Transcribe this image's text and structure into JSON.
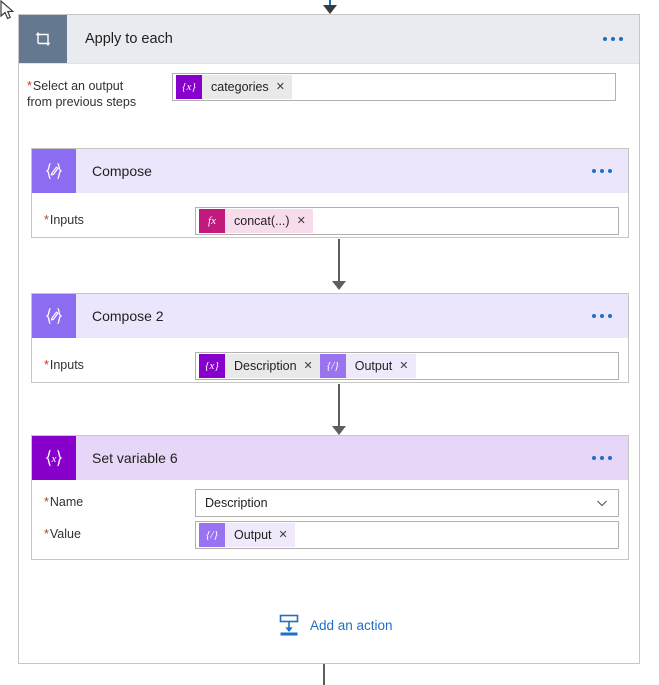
{
  "scope": {
    "title": "Apply to each",
    "icon": "loop-icon",
    "menu_icon": "ellipsis-icon",
    "field": {
      "label_line1": "Select an output",
      "label_line2": "from previous steps",
      "required_marker": "*",
      "token": {
        "badge": "{x}",
        "text": "categories",
        "remove": "✕",
        "kind": "variable"
      }
    }
  },
  "actions": [
    {
      "title": "Compose",
      "icon": "compose-icon",
      "menu_icon": "ellipsis-icon",
      "fields": [
        {
          "label": "Inputs",
          "required_marker": "*",
          "tokens": [
            {
              "badge": "fx",
              "text": "concat(...)",
              "remove": "✕",
              "kind": "expression"
            }
          ]
        }
      ]
    },
    {
      "title": "Compose 2",
      "icon": "compose-icon",
      "menu_icon": "ellipsis-icon",
      "fields": [
        {
          "label": "Inputs",
          "required_marker": "*",
          "tokens": [
            {
              "badge": "{x}",
              "text": "Description",
              "remove": "✕",
              "kind": "variable"
            },
            {
              "badge": "{/}",
              "text": "Output",
              "remove": "✕",
              "kind": "output"
            }
          ]
        }
      ]
    },
    {
      "title": "Set variable 6",
      "icon": "set-variable-icon",
      "menu_icon": "ellipsis-icon",
      "fields": [
        {
          "label": "Name",
          "required_marker": "*",
          "type": "dropdown",
          "value": "Description",
          "chevron": "chevron-down-icon"
        },
        {
          "label": "Value",
          "required_marker": "*",
          "tokens": [
            {
              "badge": "{/}",
              "text": "Output",
              "remove": "✕",
              "kind": "output"
            }
          ]
        }
      ]
    }
  ],
  "add_action": {
    "label": "Add an action",
    "icon": "insert-action-icon"
  },
  "colors": {
    "scope_header_bg": "#e9ebf0",
    "scope_icon_bg": "#64788f",
    "action_header_bg": "#ebe6fb",
    "compose_icon_bg": "#8c6cf0",
    "setvar_icon_bg": "#8800cc",
    "variable_token": "#8800cc",
    "expression_token": "#c2197c",
    "output_token": "#9a74f0",
    "accent_link": "#1f6fc4",
    "required_asterisk": "#c0392b",
    "connector": "#605e5c"
  }
}
